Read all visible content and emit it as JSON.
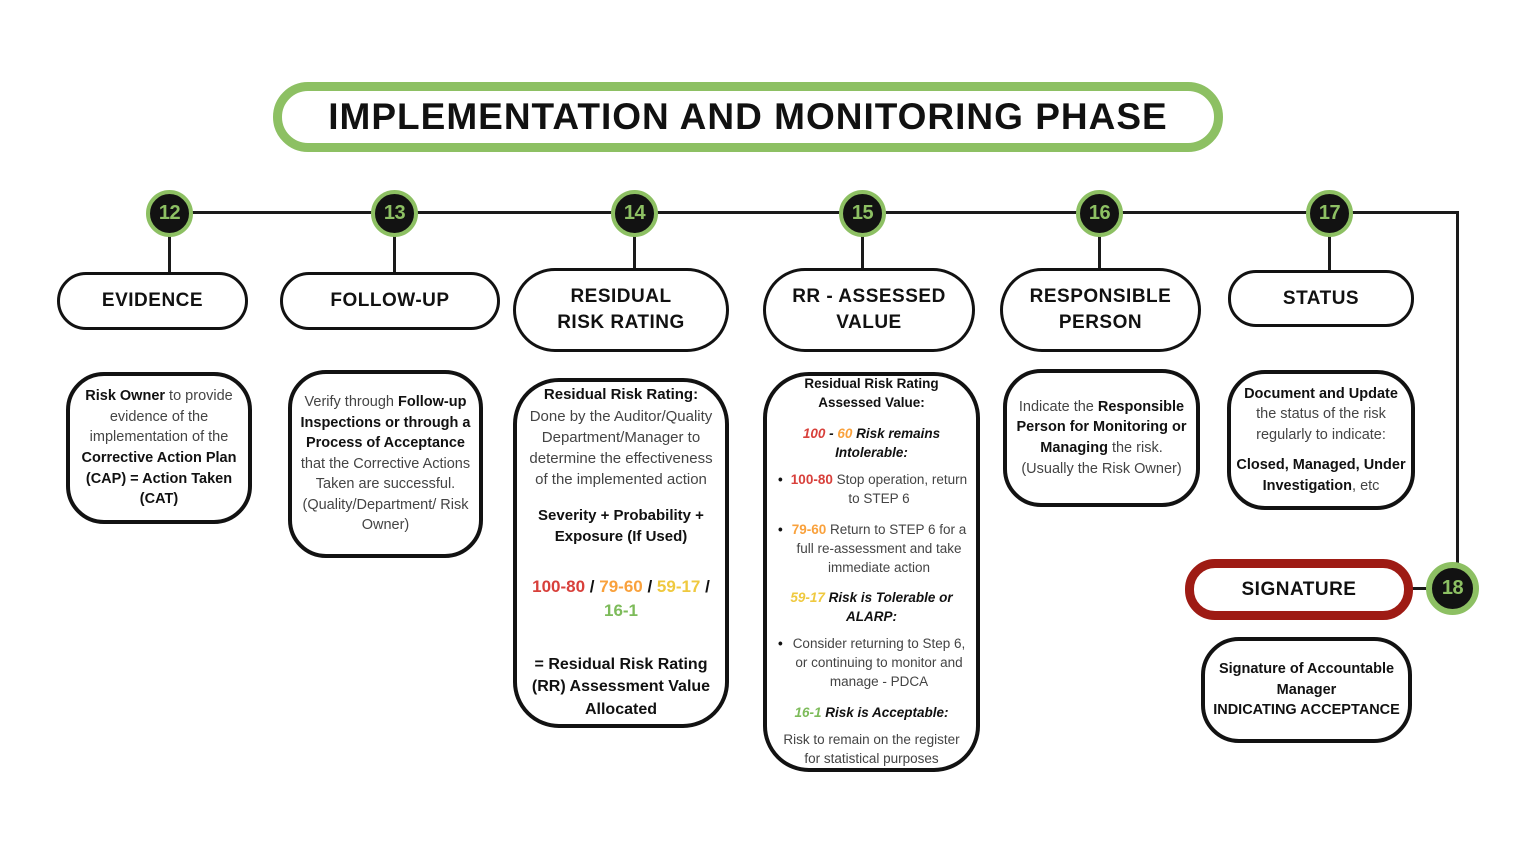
{
  "banner": {
    "title": "IMPLEMENTATION AND MONITORING PHASE"
  },
  "colors": {
    "red": "#D8403B",
    "orange": "#F9A13C",
    "yellow": "#EFC93F",
    "green": "#7DBB5A",
    "accent_green": "#8DC063",
    "dark_red": "#9E1B14",
    "line_black": "#1A1A1A"
  },
  "steps": [
    {
      "number": "12",
      "title": "EVIDENCE",
      "desc": [
        {
          "seg": [
            {
              "t": "Risk Owner",
              "b": 1
            },
            {
              "t": " to provide evidence of the implementation of the "
            },
            {
              "t": "Corrective Action Plan (CAP) = Action Taken (CAT)",
              "b": 1
            }
          ]
        }
      ]
    },
    {
      "number": "13",
      "title": "FOLLOW-UP",
      "desc": [
        {
          "seg": [
            {
              "t": "Verify through "
            },
            {
              "t": "Follow-up Inspections or through a Process of Acceptance",
              "b": 1
            },
            {
              "t": " that the Corrective Actions Taken are successful. (Quality/Department/ Risk Owner)"
            }
          ]
        }
      ]
    },
    {
      "number": "14",
      "title": "RESIDUAL\nRISK RATING",
      "desc": [
        {
          "seg": [
            {
              "t": "Residual Risk Rating:",
              "b": 1
            }
          ]
        },
        {
          "gap": 0,
          "seg": [
            {
              "t": "Done by the Auditor/Quality Department/Manager to determine the effectiveness of the implemented action"
            }
          ]
        },
        {
          "gap": 14,
          "seg": [
            {
              "t": "Severity + Probability + Exposure (If Used)",
              "b": 1
            }
          ]
        },
        {
          "gap": 28,
          "size": 17,
          "seg": [
            {
              "t": "100-80",
              "b": 1,
              "c": "red"
            },
            {
              "t": " / ",
              "b": 1
            },
            {
              "t": "79-60",
              "b": 1,
              "c": "orange"
            },
            {
              "t": " / ",
              "b": 1
            },
            {
              "t": "59-17",
              "b": 1,
              "c": "yellow"
            },
            {
              "t": " / ",
              "b": 1
            },
            {
              "t": "16-1",
              "b": 1,
              "c": "green"
            }
          ]
        },
        {
          "gap": 30,
          "size": 16,
          "seg": [
            {
              "t": "= Residual Risk Rating (RR) Assessment Value Allocated",
              "b": 1
            }
          ]
        }
      ]
    },
    {
      "number": "15",
      "title": "RR - ASSESSED\nVALUE",
      "desc": [
        {
          "seg": [
            {
              "t": "Residual Risk Rating Assessed Value:",
              "b": 1
            }
          ]
        },
        {
          "gap": 12,
          "seg": [
            {
              "t": "100",
              "b": 1,
              "i": 1,
              "c": "red"
            },
            {
              "t": " - ",
              "b": 1,
              "i": 1
            },
            {
              "t": "60",
              "b": 1,
              "i": 1,
              "c": "orange"
            },
            {
              "t": " Risk remains Intolerable:",
              "b": 1,
              "i": 1
            }
          ]
        },
        {
          "bullet": 1,
          "seg": [
            {
              "t": "100-80",
              "b": 1,
              "c": "red"
            },
            {
              "t": " Stop operation, return to STEP 6"
            }
          ]
        },
        {
          "gap": 12,
          "bullet": 1,
          "seg": [
            {
              "t": "79-60",
              "b": 1,
              "c": "orange"
            },
            {
              "t": " Return to STEP 6 for a full re-assessment and take immediate action"
            }
          ]
        },
        {
          "gap": 12,
          "seg": [
            {
              "t": "59-17",
              "b": 1,
              "i": 1,
              "c": "yellow"
            },
            {
              "t": " Risk is Tolerable or ALARP:",
              "b": 1,
              "i": 1
            }
          ]
        },
        {
          "bullet": 1,
          "seg": [
            {
              "t": "Consider returning to Step 6, or continuing to monitor and manage - PDCA"
            }
          ]
        },
        {
          "gap": 12,
          "seg": [
            {
              "t": "16-1",
              "b": 1,
              "i": 1,
              "c": "green"
            },
            {
              "t": " Risk is Acceptable:",
              "b": 1,
              "i": 1
            }
          ]
        },
        {
          "seg": [
            {
              "t": "Risk to remain on the register for statistical purposes"
            }
          ]
        }
      ]
    },
    {
      "number": "16",
      "title": "RESPONSIBLE\nPERSON",
      "desc": [
        {
          "seg": [
            {
              "t": "Indicate the "
            },
            {
              "t": "Responsible Person for Monitoring or Managing",
              "b": 1
            },
            {
              "t": " the risk. (Usually the Risk Owner)"
            }
          ]
        }
      ]
    },
    {
      "number": "17",
      "title": "STATUS",
      "desc": [
        {
          "seg": [
            {
              "t": "Document and Update",
              "b": 1
            },
            {
              "t": " the status of the risk regularly to indicate:"
            }
          ]
        },
        {
          "gap": 10,
          "seg": [
            {
              "t": "Closed, Managed, Under Investigation",
              "b": 1
            },
            {
              "t": ", etc"
            }
          ]
        }
      ]
    }
  ],
  "signature": {
    "number": "18",
    "title": "SIGNATURE",
    "desc": [
      {
        "seg": [
          {
            "t": "Signature of Accountable Manager",
            "b": 1
          }
        ]
      },
      {
        "gap": 0,
        "seg": [
          {
            "t": "INDICATING ACCEPTANCE",
            "b": 1
          }
        ]
      }
    ]
  }
}
